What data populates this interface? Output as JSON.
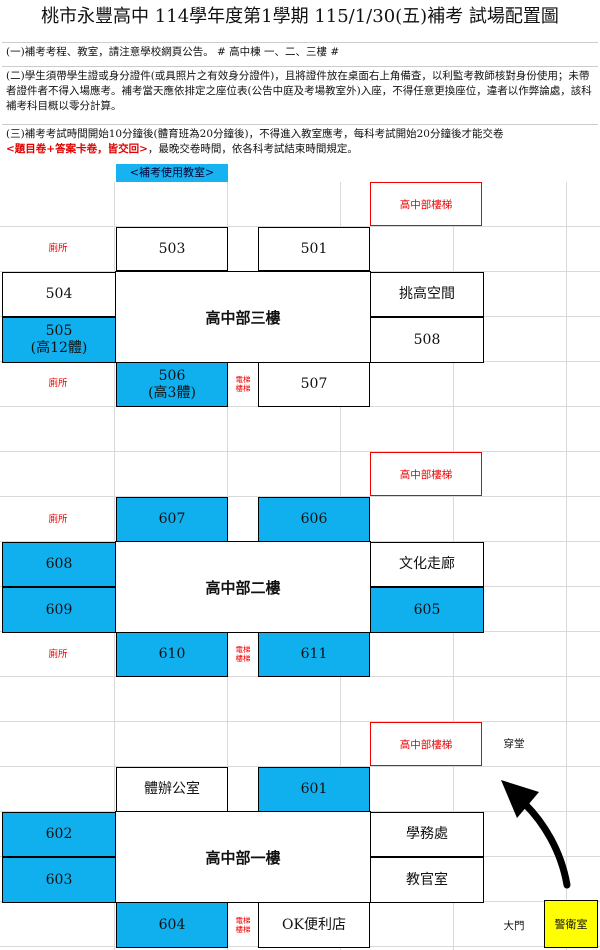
{
  "title": "桃市永豐高中 114學年度第1學期 115/1/30(五)補考 試場配置圖",
  "notices": {
    "n1": "(一)補考考程、教室，請注意學校網頁公告。      # 高中棟 一、二、三樓 #",
    "n2": "(二)學生須帶學生證或身分證件(或具照片之有效身分證件)，且將證件放在桌面右上角備查，以利監考教師核對身份使用；未帶者證件者不得入場應考。補考當天應依排定之座位表(公告中庭及考場教室外)入座，不得任意更換座位，違者以作弊論處，該科補考科目概以零分計算。",
    "n3_a": "(三)補考考試時間開始10分鐘後(體育班為20分鐘後)，不得進入教室應考，每科考試開始20分鐘後才能交卷",
    "n3_b": "<題目卷+答案卡卷，皆交回>",
    "n3_c": "，最晚交卷時間，依各科考試結束時間規定。"
  },
  "legend": "<補考使用教室>",
  "labels": {
    "stairs": "高中部樓梯",
    "restroom": "廁所",
    "elevator_1": "電梯",
    "elevator_2": "樓梯"
  },
  "floor3": {
    "name": "高中部三樓",
    "r503": "503",
    "r501": "501",
    "r504": "504",
    "east": "挑高空間",
    "r505_a": "505",
    "r505_b": "(高12體)",
    "r508": "508",
    "r506_a": "506",
    "r506_b": "(高3體)",
    "r507": "507"
  },
  "floor2": {
    "name": "高中部二樓",
    "r607": "607",
    "r606": "606",
    "r608": "608",
    "east": "文化走廊",
    "r609": "609",
    "r605": "605",
    "r610": "610",
    "r611": "611"
  },
  "floor1": {
    "name": "高中部一樓",
    "west_top": "體辦公室",
    "r601": "601",
    "r602": "602",
    "office": "學務處",
    "r603": "603",
    "military": "教官室",
    "r604": "604",
    "shop": "OK便利店",
    "gate": "大門",
    "guard": "警衛室",
    "corridor": "穿堂"
  },
  "colors": {
    "exam_room": "#10b0ef",
    "stairs_red": "#e00000",
    "guard_yellow": "#ffff00"
  }
}
